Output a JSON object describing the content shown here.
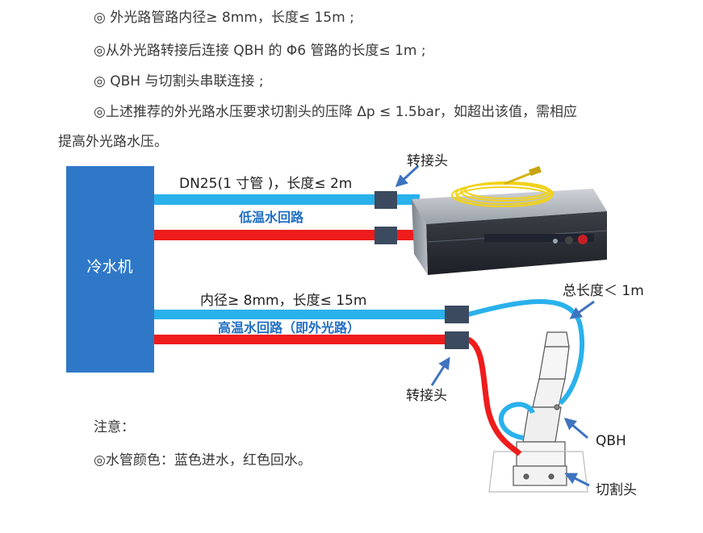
{
  "text": {
    "line1": "◎ 外光路管路内径≥ 8mm，长度≤ 15m ;",
    "line2": "◎从外光路转接后连接 QBH 的 Φ6 管路的长度≤ 1m ;",
    "line3": "◎ QBH 与切割头串联连接 ;",
    "line4a": "◎上述推荐的外光路水压要求切割头的压降 Δp ≤ 1.5bar，如超出该值，需相应",
    "line4b": "提高外光路水压。",
    "note_title": "注意：",
    "note_body": "◎水管颜色：蓝色进水，红色回水。"
  },
  "diagram": {
    "chiller_label": "冷水机",
    "adapter_top": "转接头",
    "top_pipe_spec": "DN25(1 寸管 )，长度≤ 2m",
    "low_temp_loop": "低温水回路",
    "bottom_pipe_spec": "内径≥ 8mm，长度≤ 15m",
    "high_temp_loop": "高温水回路（即外光路）",
    "total_length": "总长度＜ 1m",
    "adapter_bottom": "转接头",
    "qbh": "QBH",
    "cutting_head": "切割头"
  },
  "colors": {
    "chiller_blue": "#2f78c8",
    "pipe_blue": "#29b1ec",
    "pipe_red": "#ee1c1c",
    "connector": "#3b4a5e",
    "arrow": "#3f73c0",
    "loop_label": "#1f6fc4"
  }
}
